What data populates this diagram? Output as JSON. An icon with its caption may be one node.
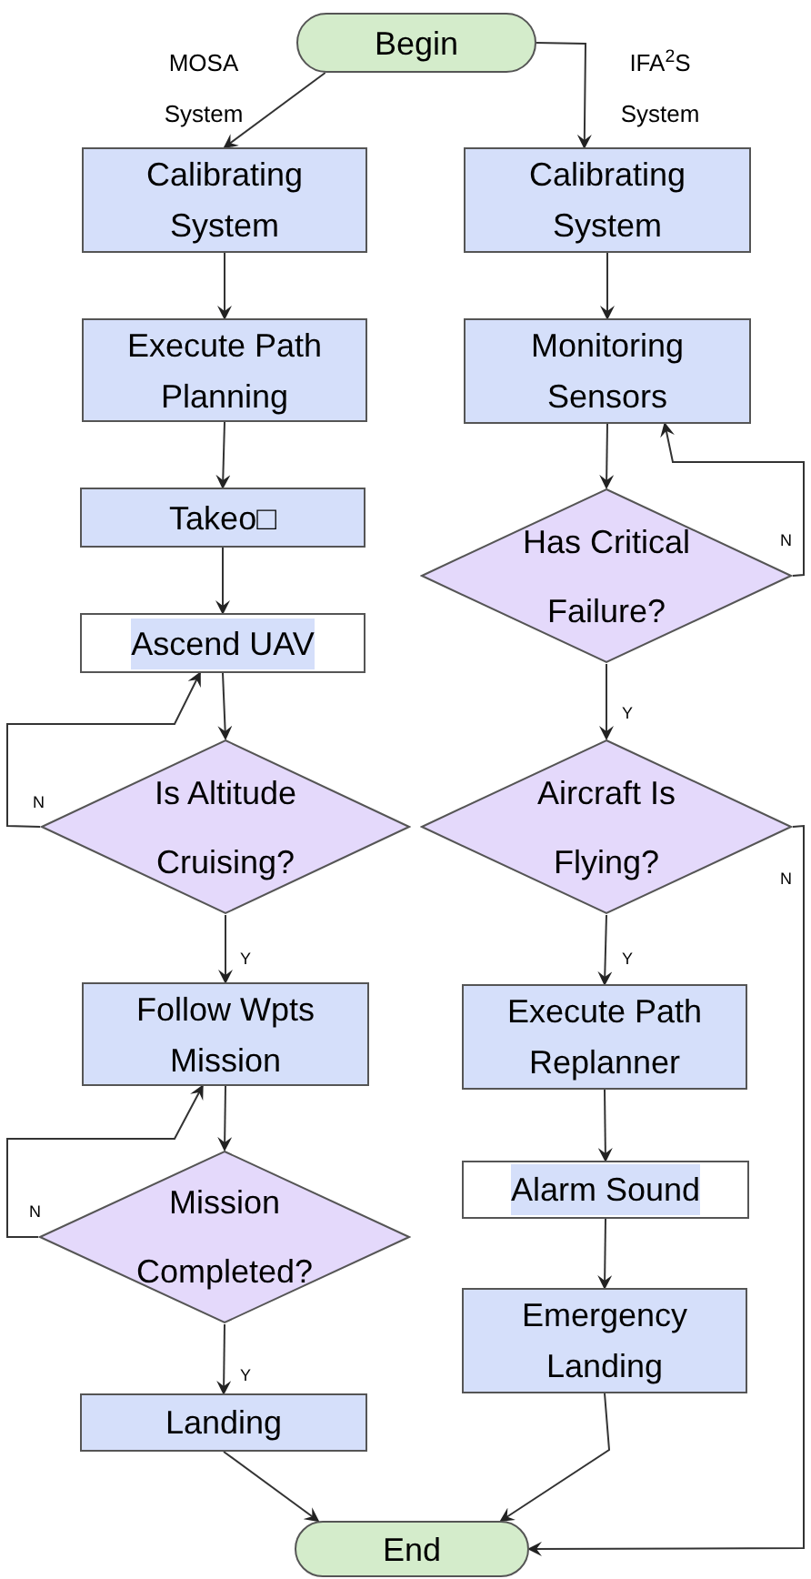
{
  "diagram": {
    "nodes": [
      {
        "text": [
          "Begin"
        ]
      },
      {
        "text": [
          "Calibrating System"
        ]
      },
      {
        "text": [
          "Execute Path Planning"
        ]
      },
      {
        "text": [
          "Takeo□"
        ]
      },
      {
        "text": [
          "Ascend UAV"
        ]
      },
      {
        "text": [
          "Is Altitude Cruising?"
        ]
      },
      {
        "text": [
          "Follow Wpts Mission"
        ]
      },
      {
        "text": [
          "Mission Completed?"
        ]
      },
      {
        "text": [
          "Landing"
        ]
      },
      {
        "text": [
          "End"
        ]
      },
      {
        "text": [
          "Calibrating System"
        ]
      },
      {
        "text": [
          "Monitoring Sensors"
        ]
      },
      {
        "text": [
          "Has Critical Failure?"
        ]
      },
      {
        "text": [
          "Aircraft Is Flying?"
        ]
      },
      {
        "text": [
          "Execute Path Replanner"
        ]
      },
      {
        "text": [
          "Alarm Sound"
        ]
      },
      {
        "text": [
          "Emergency Landing"
        ]
      }
    ],
    "edges": [
      {
        "from": 0,
        "to": 1,
        "arrow": "to"
      },
      {
        "from": 0,
        "to": 10,
        "arrow": "to"
      },
      {
        "from": 1,
        "to": 2,
        "arrow": "to"
      },
      {
        "from": 2,
        "to": 3,
        "arrow": "to"
      },
      {
        "from": 3,
        "to": 4,
        "arrow": "to"
      },
      {
        "from": 4,
        "to": 5,
        "arrow": "to"
      },
      {
        "from": 5,
        "to": 4,
        "label": "N",
        "arrow": "to"
      },
      {
        "from": 5,
        "to": 6,
        "label": "Y",
        "arrow": "to"
      },
      {
        "from": 6,
        "to": 7,
        "arrow": "to"
      },
      {
        "from": 7,
        "to": 6,
        "label": "N",
        "arrow": "to"
      },
      {
        "from": 7,
        "to": 8,
        "label": "Y",
        "arrow": "to"
      },
      {
        "from": 8,
        "to": 9,
        "arrow": "to"
      },
      {
        "from": 10,
        "to": 11,
        "arrow": "to"
      },
      {
        "from": 11,
        "to": 12,
        "arrow": "to"
      },
      {
        "from": 12,
        "to": 11,
        "label": "N",
        "arrow": "to"
      },
      {
        "from": 12,
        "to": 13,
        "label": "Y",
        "arrow": "to"
      },
      {
        "from": 13,
        "to": 9,
        "label": "N",
        "arrow": "to"
      },
      {
        "from": 13,
        "to": 14,
        "label": "Y",
        "arrow": "to"
      },
      {
        "from": 14,
        "to": 15,
        "arrow": "to"
      },
      {
        "from": 15,
        "to": 16,
        "arrow": "to"
      },
      {
        "from": 16,
        "to": 9,
        "arrow": "to"
      }
    ],
    "labels": [
      "MOSA System",
      "IFA$^{2}$S System"
    ]
  }
}
